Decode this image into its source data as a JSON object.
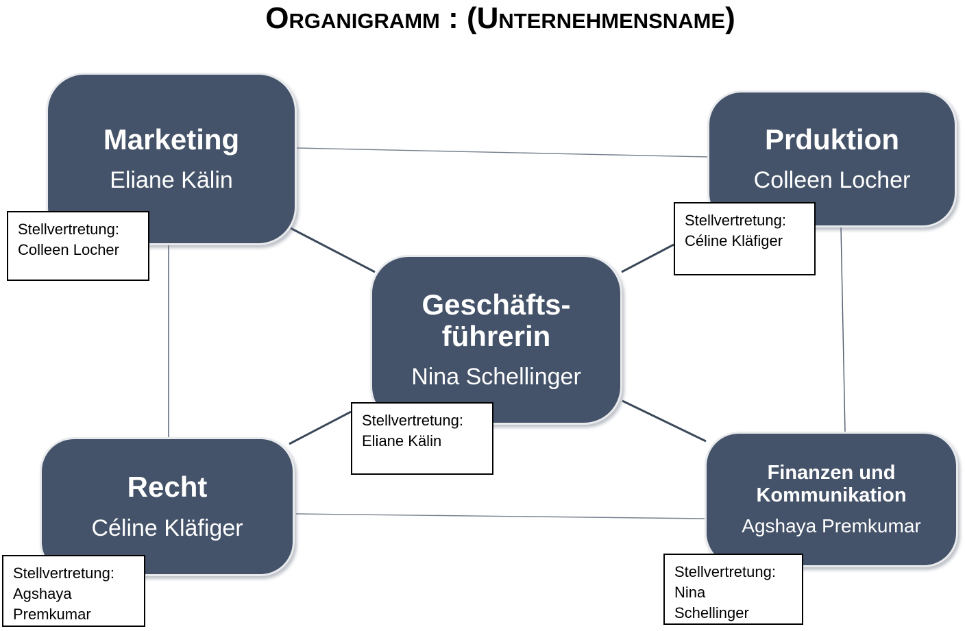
{
  "title": "Organigramm : (Unternehmensname)",
  "deputy_label": "Stellvertretung:",
  "nodes": {
    "marketing": {
      "department": "Marketing",
      "manager": "Eliane Kälin",
      "deputy": "Colleen Locher"
    },
    "produktion": {
      "department": "Prduktion",
      "manager": "Colleen Locher",
      "deputy": "Céline Kläfiger"
    },
    "geschaeftsfuehrerin": {
      "department_line1": "Geschäfts-",
      "department_line2": "führerin",
      "manager": "Nina Schellinger",
      "deputy": "Eliane Kälin"
    },
    "recht": {
      "department": "Recht",
      "manager": "Céline Kläfiger",
      "deputy": "Agshaya\nPremkumar"
    },
    "finanzen": {
      "department": "Finanzen und Kommunikation",
      "manager": "Agshaya Premkumar",
      "deputy": "Nina\nSchellinger"
    }
  },
  "connections": [
    {
      "from": "Marketing",
      "to": "Prduktion"
    },
    {
      "from": "Marketing",
      "to": "Geschäftsführerin"
    },
    {
      "from": "Geschäftsführerin",
      "to": "Prduktion"
    },
    {
      "from": "Marketing",
      "to": "Recht"
    },
    {
      "from": "Prduktion",
      "to": "Finanzen und Kommunikation"
    },
    {
      "from": "Recht",
      "to": "Geschäftsführerin"
    },
    {
      "from": "Geschäftsführerin",
      "to": "Finanzen und Kommunikation"
    },
    {
      "from": "Recht",
      "to": "Finanzen und Kommunikation"
    }
  ],
  "colors": {
    "background": "#FFFFFF",
    "title_text": "#000000",
    "node_fill": "#445369",
    "node_border": "#E8EAED",
    "node_text": "#FFFFFF",
    "deputy_bg": "#FFFFFF",
    "deputy_border": "#000000",
    "deputy_text": "#000000",
    "connector_strong": "#3A4859",
    "connector_thin": "#75808D",
    "connector_mid": "#4E5A6B"
  }
}
